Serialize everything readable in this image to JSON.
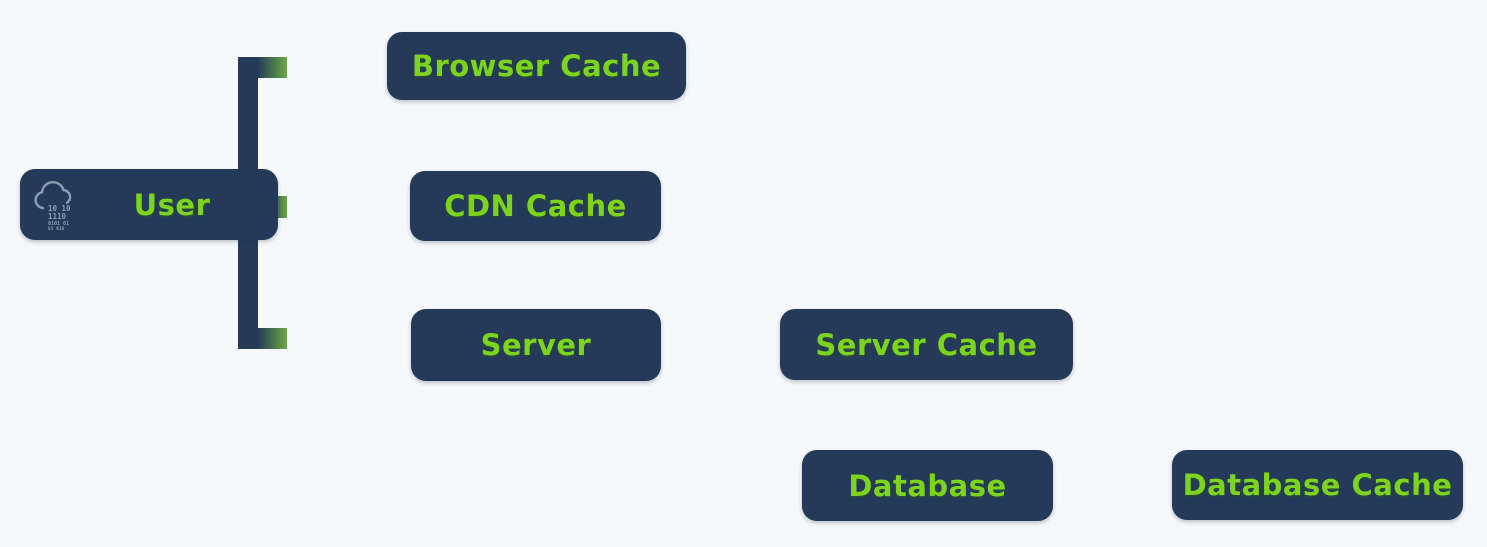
{
  "diagram": {
    "background": "#f7f8fb",
    "palette": {
      "node_fill": "#253a59",
      "label_color": "#7cd41e",
      "connector_color": "#253a59",
      "connector_tip_green": "#6aa944",
      "icon_color": "#8e9bb0"
    },
    "nodes": {
      "user": {
        "label": "User",
        "icon": "cloud-binary-icon"
      },
      "browser_cache": {
        "label": "Browser Cache"
      },
      "cdn_cache": {
        "label": "CDN Cache"
      },
      "server": {
        "label": "Server"
      },
      "server_cache": {
        "label": "Server Cache"
      },
      "database": {
        "label": "Database"
      },
      "database_cache": {
        "label": "Database Cache"
      }
    },
    "connections": [
      "user -> browser_cache",
      "user -> cdn_cache",
      "user -> server"
    ],
    "user_icon": {
      "binary_lines": [
        "10 10",
        "1110",
        "0101 01",
        "01 010"
      ]
    }
  }
}
